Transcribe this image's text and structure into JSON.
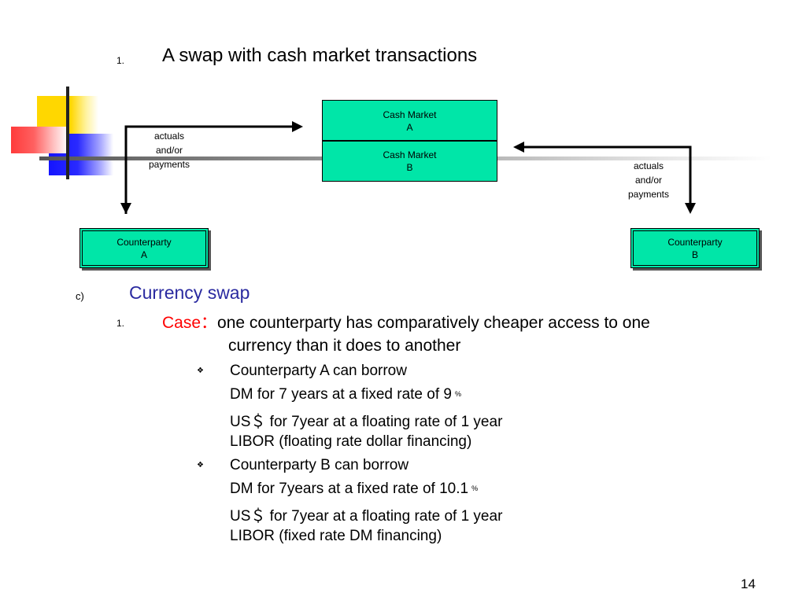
{
  "slide": {
    "title_number": "1.",
    "title": "A swap with cash market transactions",
    "page_number": "14"
  },
  "diagram": {
    "cash_market_a": [
      "Cash Market",
      "A"
    ],
    "cash_market_b": [
      "Cash Market",
      "B"
    ],
    "counterparty_a": [
      "Counterparty",
      "A"
    ],
    "counterparty_b": [
      "Counterparty",
      "B"
    ],
    "left_label": [
      "actuals",
      "and/or",
      "payments"
    ],
    "right_label": [
      "actuals",
      "and/or",
      "payments"
    ]
  },
  "section": {
    "marker": "c)",
    "heading": "Currency swap",
    "case_number": "1.",
    "case_label": "Case：",
    "case_text_1": "one counterparty has comparatively cheaper access to one",
    "case_text_2": "currency than it does to another"
  },
  "bullets": {
    "a": {
      "symbol": "❖",
      "lines": [
        "Counterparty A can borrow",
        "DM for 7 years at a fixed rate of 9",
        "US＄ for 7year at a floating rate of 1 year",
        "LIBOR (floating rate dollar financing)"
      ],
      "percent": "%"
    },
    "b": {
      "symbol": "❖",
      "lines": [
        "Counterparty B can borrow",
        "DM for 7years at a fixed rate of 10.1",
        "US＄ for 7year at a floating rate of 1 year",
        "LIBOR (fixed rate DM financing)"
      ],
      "percent": "%"
    }
  },
  "colors": {
    "box_fill": "#00e6a8",
    "heading_blue": "#2a2aa0",
    "case_red": "#ff0000"
  }
}
